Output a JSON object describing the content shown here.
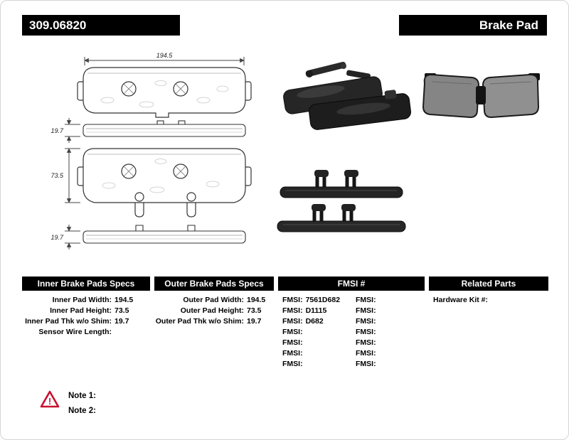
{
  "header": {
    "part_number": "309.06820",
    "product_name": "Brake Pad"
  },
  "diagram": {
    "width_dim": "194.5",
    "thickness_dim_top": "19.7",
    "height_dim": "73.5",
    "thickness_dim_bottom": "19.7"
  },
  "specs": {
    "inner": {
      "header": "Inner Brake Pads Specs",
      "rows": [
        {
          "label": "Inner Pad Width:",
          "value": "194.5"
        },
        {
          "label": "Inner Pad Height:",
          "value": "73.5"
        },
        {
          "label": "Inner Pad Thk w/o Shim:",
          "value": "19.7"
        },
        {
          "label": "Sensor Wire Length:",
          "value": ""
        }
      ]
    },
    "outer": {
      "header": "Outer Brake Pads Specs",
      "rows": [
        {
          "label": "Outer Pad Width:",
          "value": "194.5"
        },
        {
          "label": "Outer Pad Height:",
          "value": "73.5"
        },
        {
          "label": "Outer Pad Thk w/o Shim:",
          "value": "19.7"
        }
      ]
    },
    "fmsi": {
      "header": "FMSI #",
      "left_rows": [
        {
          "label": "FMSI:",
          "value": "7561D682"
        },
        {
          "label": "FMSI:",
          "value": "D1115"
        },
        {
          "label": "FMSI:",
          "value": "D682"
        },
        {
          "label": "FMSI:",
          "value": ""
        },
        {
          "label": "FMSI:",
          "value": ""
        },
        {
          "label": "FMSI:",
          "value": ""
        },
        {
          "label": "FMSI:",
          "value": ""
        }
      ],
      "right_rows": [
        {
          "label": "FMSI:",
          "value": ""
        },
        {
          "label": "FMSI:",
          "value": ""
        },
        {
          "label": "FMSI:",
          "value": ""
        },
        {
          "label": "FMSI:",
          "value": ""
        },
        {
          "label": "FMSI:",
          "value": ""
        },
        {
          "label": "FMSI:",
          "value": ""
        },
        {
          "label": "FMSI:",
          "value": ""
        }
      ]
    },
    "related": {
      "header": "Related Parts",
      "rows": [
        {
          "label": "Hardware Kit #:",
          "value": ""
        }
      ]
    }
  },
  "notes": {
    "warning_symbol": "!",
    "note1": "Note 1:",
    "note2": "Note 2:"
  },
  "colors": {
    "header_bar_bg": "#000000",
    "header_bar_text": "#ffffff",
    "warning_red": "#c8102e"
  }
}
